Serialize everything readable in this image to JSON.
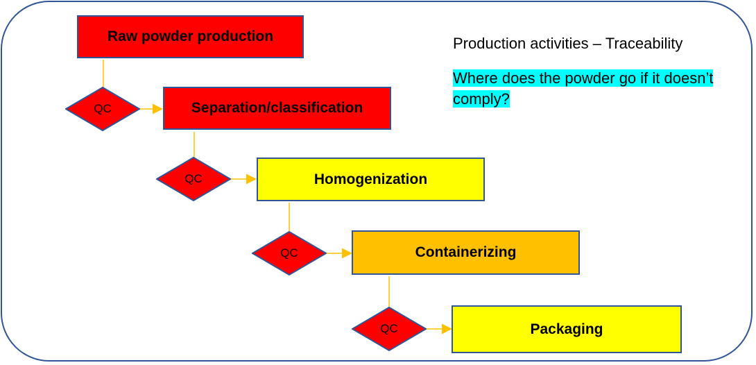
{
  "title": "Production activities – Traceability",
  "question": "Where does the powder go if it doesn’t comply?",
  "steps": [
    {
      "label": "Raw powder production",
      "color": "#ff0000"
    },
    {
      "label": "Separation/classification",
      "color": "#ff0000"
    },
    {
      "label": "Homogenization",
      "color": "#ffff00"
    },
    {
      "label": "Containerizing",
      "color": "#ffc000"
    },
    {
      "label": "Packaging",
      "color": "#ffff00"
    }
  ],
  "qc_label": "QC",
  "colors": {
    "border": "#2f5597",
    "connector": "#ffc000",
    "highlight": "#00ffff",
    "qc_fill": "#ff0000"
  }
}
